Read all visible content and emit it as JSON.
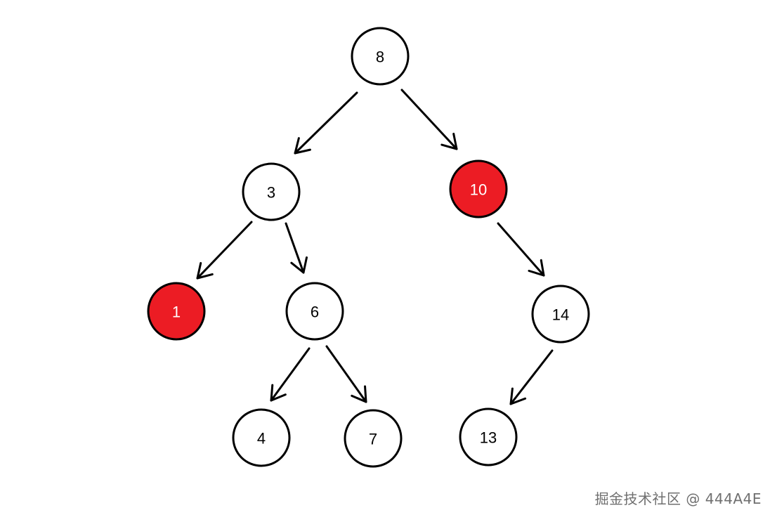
{
  "colors": {
    "node_fill_default": "#ffffff",
    "node_fill_highlight": "#ec1c24",
    "node_stroke": "#000000",
    "edge_color": "#000000",
    "label_default": "#000000",
    "label_highlight": "#ffffff"
  },
  "nodes": [
    {
      "id": "n8",
      "label": "8",
      "red": false
    },
    {
      "id": "n3",
      "label": "3",
      "red": false
    },
    {
      "id": "n10",
      "label": "10",
      "red": true
    },
    {
      "id": "n1",
      "label": "1",
      "red": true
    },
    {
      "id": "n6",
      "label": "6",
      "red": false
    },
    {
      "id": "n14",
      "label": "14",
      "red": false
    },
    {
      "id": "n4",
      "label": "4",
      "red": false
    },
    {
      "id": "n7",
      "label": "7",
      "red": false
    },
    {
      "id": "n13",
      "label": "13",
      "red": false
    }
  ],
  "edges": [
    {
      "from": "n8",
      "to": "n3"
    },
    {
      "from": "n8",
      "to": "n10"
    },
    {
      "from": "n3",
      "to": "n1"
    },
    {
      "from": "n3",
      "to": "n6"
    },
    {
      "from": "n10",
      "to": "n14"
    },
    {
      "from": "n6",
      "to": "n4"
    },
    {
      "from": "n6",
      "to": "n7"
    },
    {
      "from": "n14",
      "to": "n13"
    }
  ],
  "watermark": "掘金技术社区 @ 444A4E"
}
